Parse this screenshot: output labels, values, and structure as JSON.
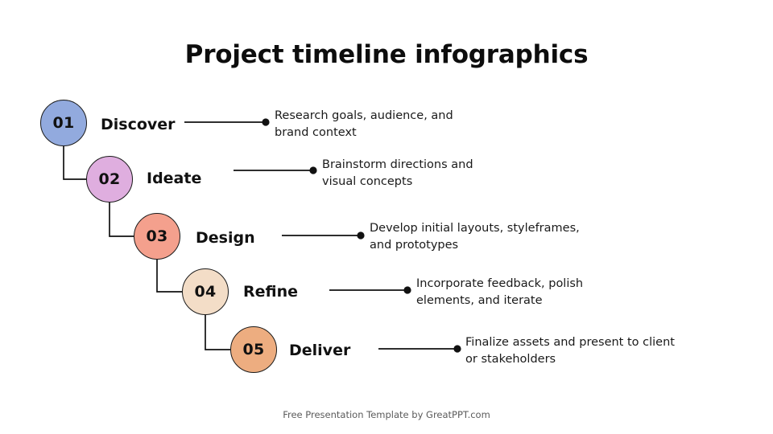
{
  "title": "Project timeline infographics",
  "footer": "Free Presentation Template by GreatPPT.com",
  "steps": [
    {
      "number": "01",
      "label": "Discover",
      "description": "Research goals, audience, and\nbrand context",
      "color": "#92AADE"
    },
    {
      "number": "02",
      "label": "Ideate",
      "description": "Brainstorm directions and\nvisual concepts",
      "color": "#DFAEDF"
    },
    {
      "number": "03",
      "label": "Design",
      "description": "Develop initial layouts, styleframes,\nand prototypes",
      "color": "#F4A08D"
    },
    {
      "number": "04",
      "label": "Refine",
      "description": "Incorporate feedback, polish\nelements, and iterate",
      "color": "#F3DDC7"
    },
    {
      "number": "05",
      "label": "Deliver",
      "description": "Finalize assets and present to client\nor stakeholders",
      "color": "#EDAD80"
    }
  ],
  "colors": {
    "outline": "#1a1a1a",
    "connector": "#111111",
    "text": "#111111",
    "footer_text": "#5b5b5b",
    "background": "#ffffff"
  }
}
